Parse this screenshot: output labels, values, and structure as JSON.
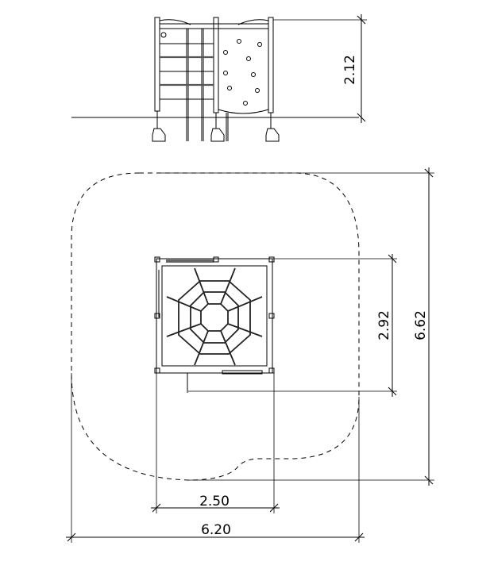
{
  "drawing": {
    "elevation": {
      "height_label": "2.12",
      "climbing_holds": 9,
      "ladder_rungs": 5
    },
    "plan": {
      "frame_depth_label": "2.92",
      "zone_depth_label": "6.62",
      "frame_width_label": "2.50",
      "zone_width_label": "6.20"
    }
  }
}
